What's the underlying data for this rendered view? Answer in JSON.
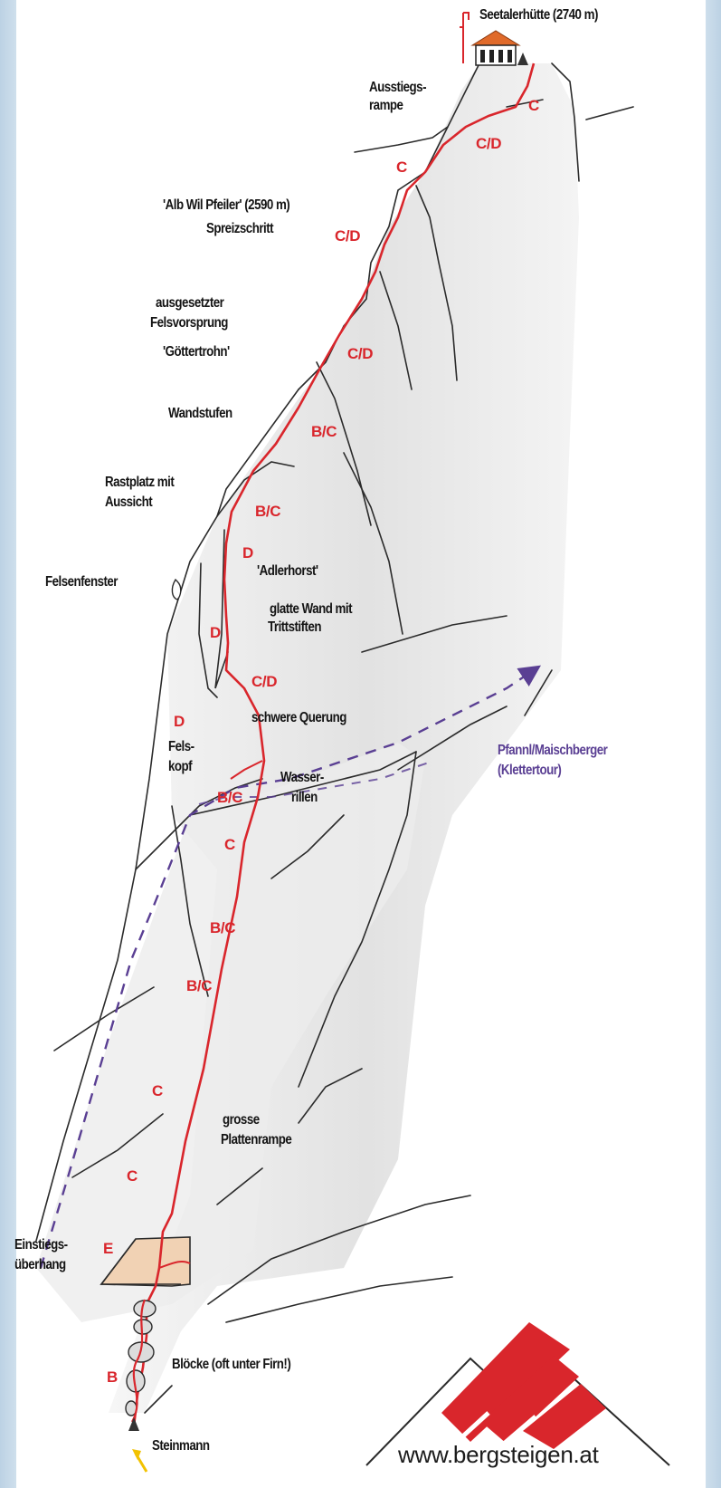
{
  "colors": {
    "route": "#d9262c",
    "variant": "#5a3f93",
    "rock": "#e6e6e6",
    "entry": "#f1d2b4",
    "text": "#141414"
  },
  "icons": {
    "hut": "hut-icon",
    "logo": "bergsteigen-logo-icon",
    "cairn": "cairn-icon"
  },
  "summit": {
    "hut": "Seetalerhütte (2740 m)"
  },
  "labels": {
    "ausstieg_1": "Ausstiegs-",
    "ausstieg_2": "rampe",
    "pfeiler": "'Alb Wil Pfeiler' (2590 m)",
    "spreiz": "Spreizschritt",
    "felsvor_1": "ausgesetzter",
    "felsvor_2": "Felsvorsprung",
    "felsvor_3": "'Göttertrohn'",
    "wandstufen": "Wandstufen",
    "rast_1": "Rastplatz  mit",
    "rast_2": "Aussicht",
    "adler": "'Adlerhorst'",
    "fenster": "Felsenfenster",
    "glatt_1": "glatte Wand mit",
    "glatt_2": "Trittstiften",
    "querung": "schwere Querung",
    "felskopf_1": "Fels-",
    "felskopf_2": "kopf",
    "wasser_1": "Wasser-",
    "wasser_2": "rillen",
    "platten_1": "grosse",
    "platten_2": "Plattenrampe",
    "einstieg_1": "Einstiegs-",
    "einstieg_2": "überhang",
    "bloecke": "Blöcke (oft unter Firn!)",
    "steinmann": "Steinmann"
  },
  "variant": {
    "line1": "Pfannl/Maischberger",
    "line2": "(Klettertour)"
  },
  "grades": [
    "C",
    "C/D",
    "C",
    "C/D",
    "C/D",
    "B/C",
    "B/C",
    "D",
    "D",
    "C/D",
    "D",
    "B/C",
    "C",
    "B/C",
    "B/C",
    "C",
    "C",
    "E",
    "B"
  ],
  "logo": {
    "url": "www.bergsteigen.at"
  }
}
